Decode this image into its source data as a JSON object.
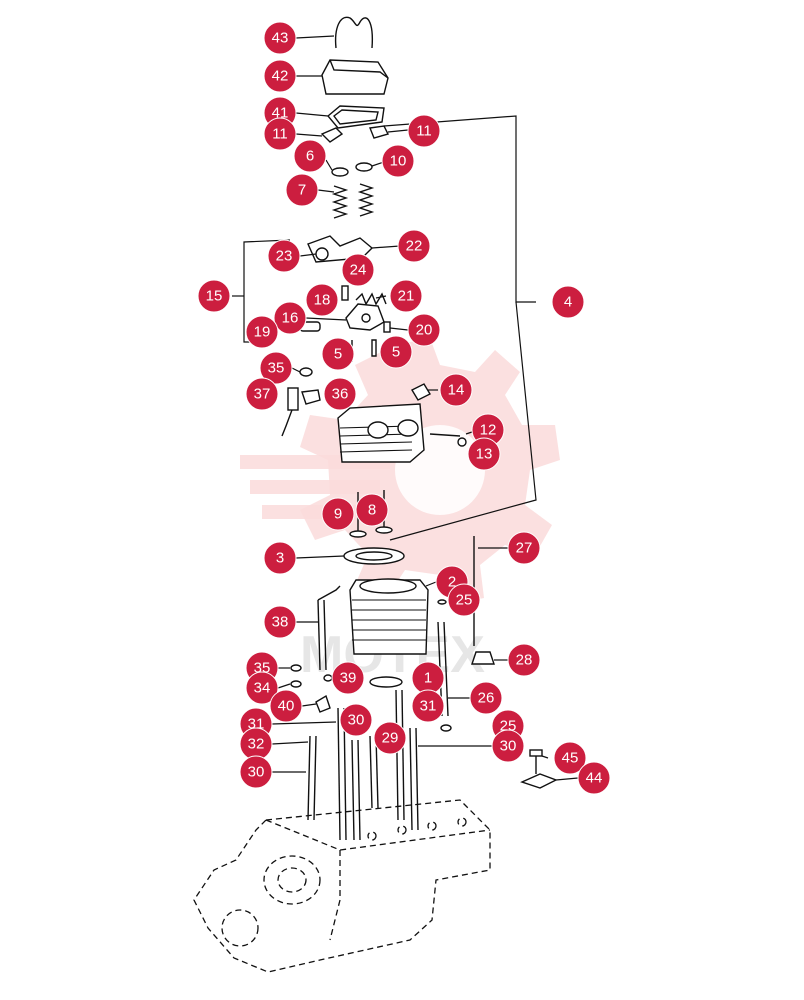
{
  "diagram": {
    "watermark_text": "МОТЕХ",
    "callouts": [
      {
        "id": "c43",
        "label": "43"
      },
      {
        "id": "c42",
        "label": "42"
      },
      {
        "id": "c41",
        "label": "41"
      },
      {
        "id": "c11a",
        "label": "11"
      },
      {
        "id": "c11b",
        "label": "11"
      },
      {
        "id": "c6",
        "label": "6"
      },
      {
        "id": "c10",
        "label": "10"
      },
      {
        "id": "c7",
        "label": "7"
      },
      {
        "id": "c23",
        "label": "23"
      },
      {
        "id": "c22",
        "label": "22"
      },
      {
        "id": "c24",
        "label": "24"
      },
      {
        "id": "c15",
        "label": "15"
      },
      {
        "id": "c18",
        "label": "18"
      },
      {
        "id": "c21",
        "label": "21"
      },
      {
        "id": "c16",
        "label": "16"
      },
      {
        "id": "c19",
        "label": "19"
      },
      {
        "id": "c20",
        "label": "20"
      },
      {
        "id": "c4",
        "label": "4"
      },
      {
        "id": "c5a",
        "label": "5"
      },
      {
        "id": "c5b",
        "label": "5"
      },
      {
        "id": "c35a",
        "label": "35"
      },
      {
        "id": "c37",
        "label": "37"
      },
      {
        "id": "c36",
        "label": "36"
      },
      {
        "id": "c14",
        "label": "14"
      },
      {
        "id": "c12",
        "label": "12"
      },
      {
        "id": "c13",
        "label": "13"
      },
      {
        "id": "c9",
        "label": "9"
      },
      {
        "id": "c8",
        "label": "8"
      },
      {
        "id": "c3",
        "label": "3"
      },
      {
        "id": "c27",
        "label": "27"
      },
      {
        "id": "c2",
        "label": "2"
      },
      {
        "id": "c25a",
        "label": "25"
      },
      {
        "id": "c38",
        "label": "38"
      },
      {
        "id": "c28",
        "label": "28"
      },
      {
        "id": "c35b",
        "label": "35"
      },
      {
        "id": "c34",
        "label": "34"
      },
      {
        "id": "c39",
        "label": "39"
      },
      {
        "id": "c1",
        "label": "1"
      },
      {
        "id": "c40",
        "label": "40"
      },
      {
        "id": "c26",
        "label": "26"
      },
      {
        "id": "c31a",
        "label": "31"
      },
      {
        "id": "c30a",
        "label": "30"
      },
      {
        "id": "c31b",
        "label": "31"
      },
      {
        "id": "c25b",
        "label": "25"
      },
      {
        "id": "c32",
        "label": "32"
      },
      {
        "id": "c29",
        "label": "29"
      },
      {
        "id": "c30b",
        "label": "30"
      },
      {
        "id": "c45",
        "label": "45"
      },
      {
        "id": "c30c",
        "label": "30"
      },
      {
        "id": "c44",
        "label": "44"
      }
    ]
  },
  "colors": {
    "callout_fill": "#cc1e3f",
    "callout_text": "#ffffff",
    "line": "#111111",
    "watermark": "#fadada"
  }
}
